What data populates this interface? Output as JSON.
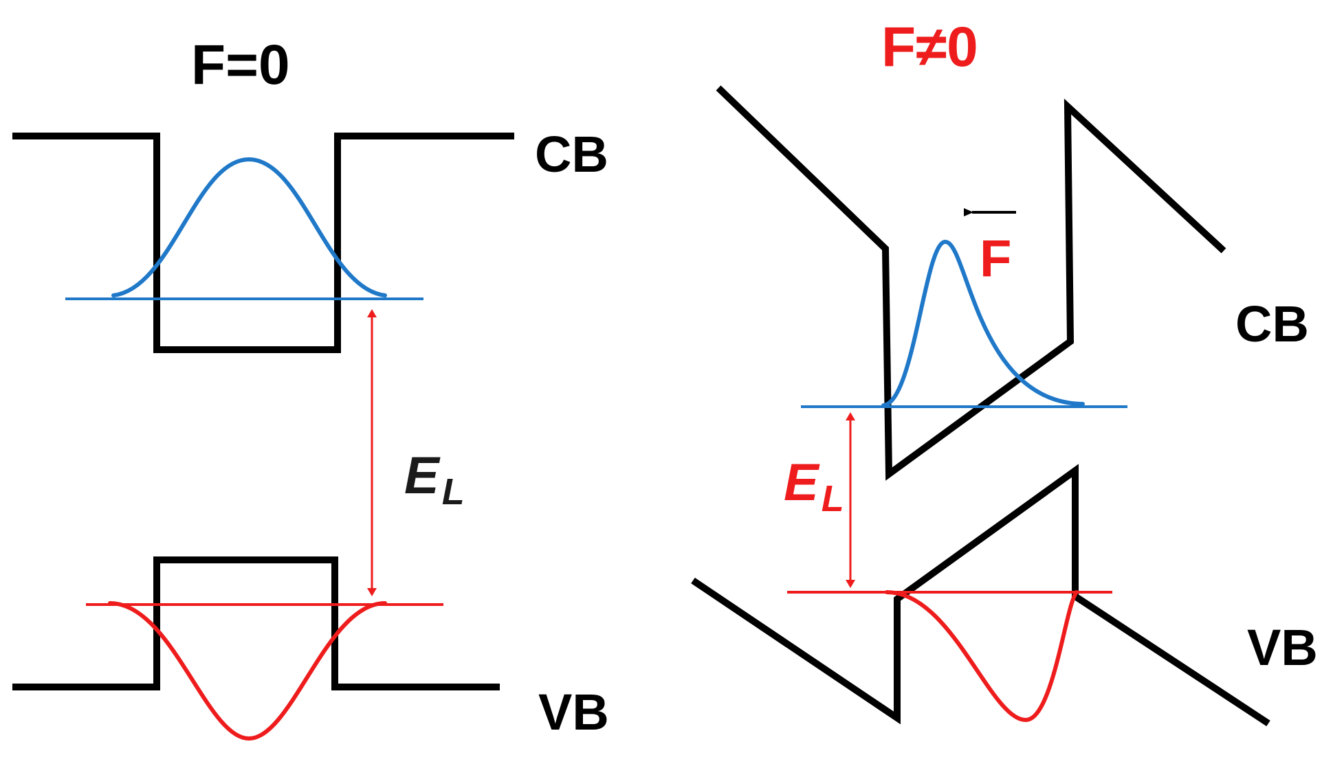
{
  "left_panel": {
    "title": "F=0",
    "cb_label": "CB",
    "vb_label": "VB",
    "energy_label_main": "E",
    "energy_label_sub": "L"
  },
  "right_panel": {
    "title": "F≠0",
    "cb_label": "CB",
    "vb_label": "VB",
    "energy_label_main": "E",
    "energy_label_sub": "L",
    "field_label": "F"
  },
  "colors": {
    "band_edges": "#000000",
    "electron_wavefunction": "#1f78c8",
    "hole_wavefunction": "#ee1c1c",
    "right_title": "#ee1c1c",
    "left_title": "#000000"
  }
}
